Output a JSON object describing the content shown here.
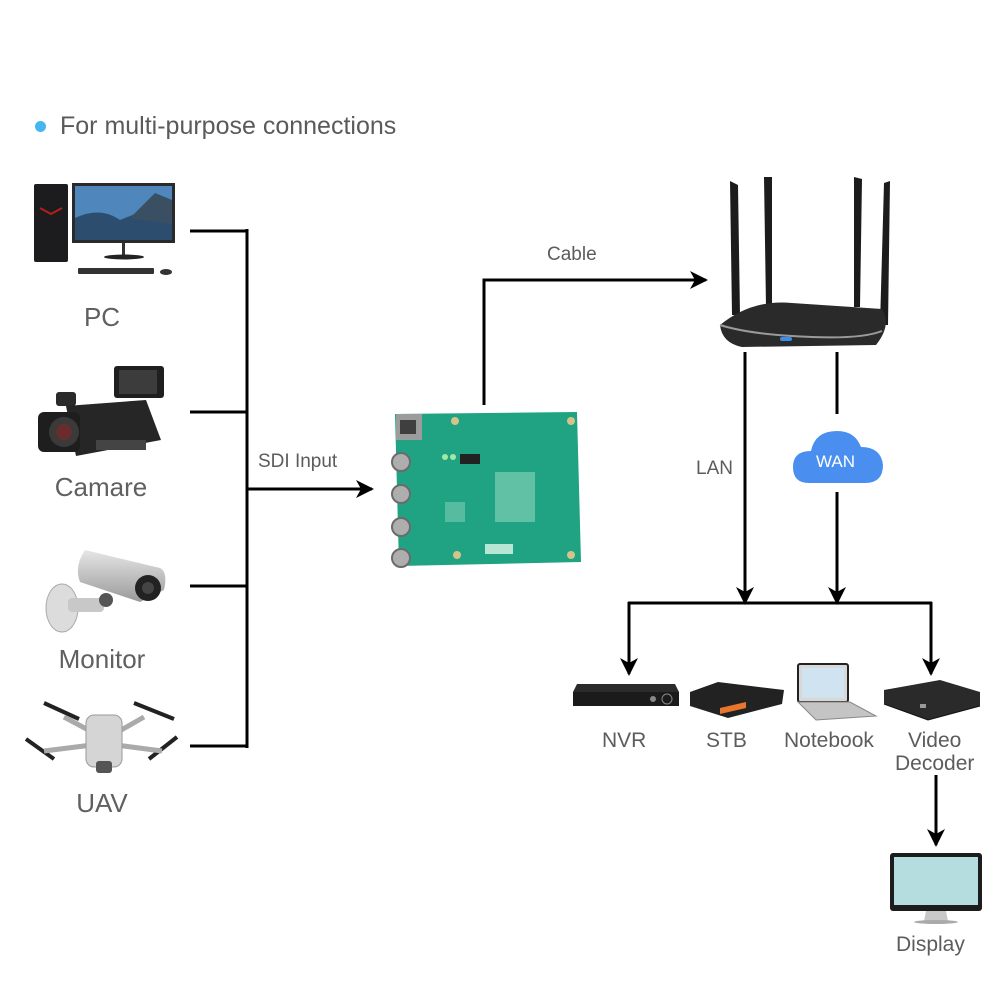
{
  "heading": {
    "text": "For multi-purpose connections",
    "bullet_color": "#45b7ef"
  },
  "sources": [
    {
      "label": "PC",
      "icon": "desktop-pc-icon"
    },
    {
      "label": "Camare",
      "icon": "video-camcorder-icon"
    },
    {
      "label": "Monitor",
      "icon": "surveillance-camera-icon"
    },
    {
      "label": "UAV",
      "icon": "drone-icon"
    }
  ],
  "connections": {
    "sdi_input": "SDI Input",
    "cable": "Cable",
    "lan": "LAN",
    "wan": "WAN"
  },
  "devices": {
    "encoder_board": {
      "icon": "sdi-encoder-board-icon"
    },
    "router": {
      "icon": "wireless-router-icon"
    },
    "cloud": {
      "icon": "cloud-icon",
      "color": "#4a8ff0"
    }
  },
  "outputs": [
    {
      "label": "NVR",
      "icon": "nvr-icon"
    },
    {
      "label": "STB",
      "icon": "set-top-box-icon"
    },
    {
      "label": "Notebook",
      "icon": "laptop-icon"
    },
    {
      "label_line1": "Video",
      "label_line2": "Decoder",
      "icon": "video-decoder-icon"
    }
  ],
  "final_output": {
    "label": "Display",
    "icon": "display-monitor-icon"
  }
}
